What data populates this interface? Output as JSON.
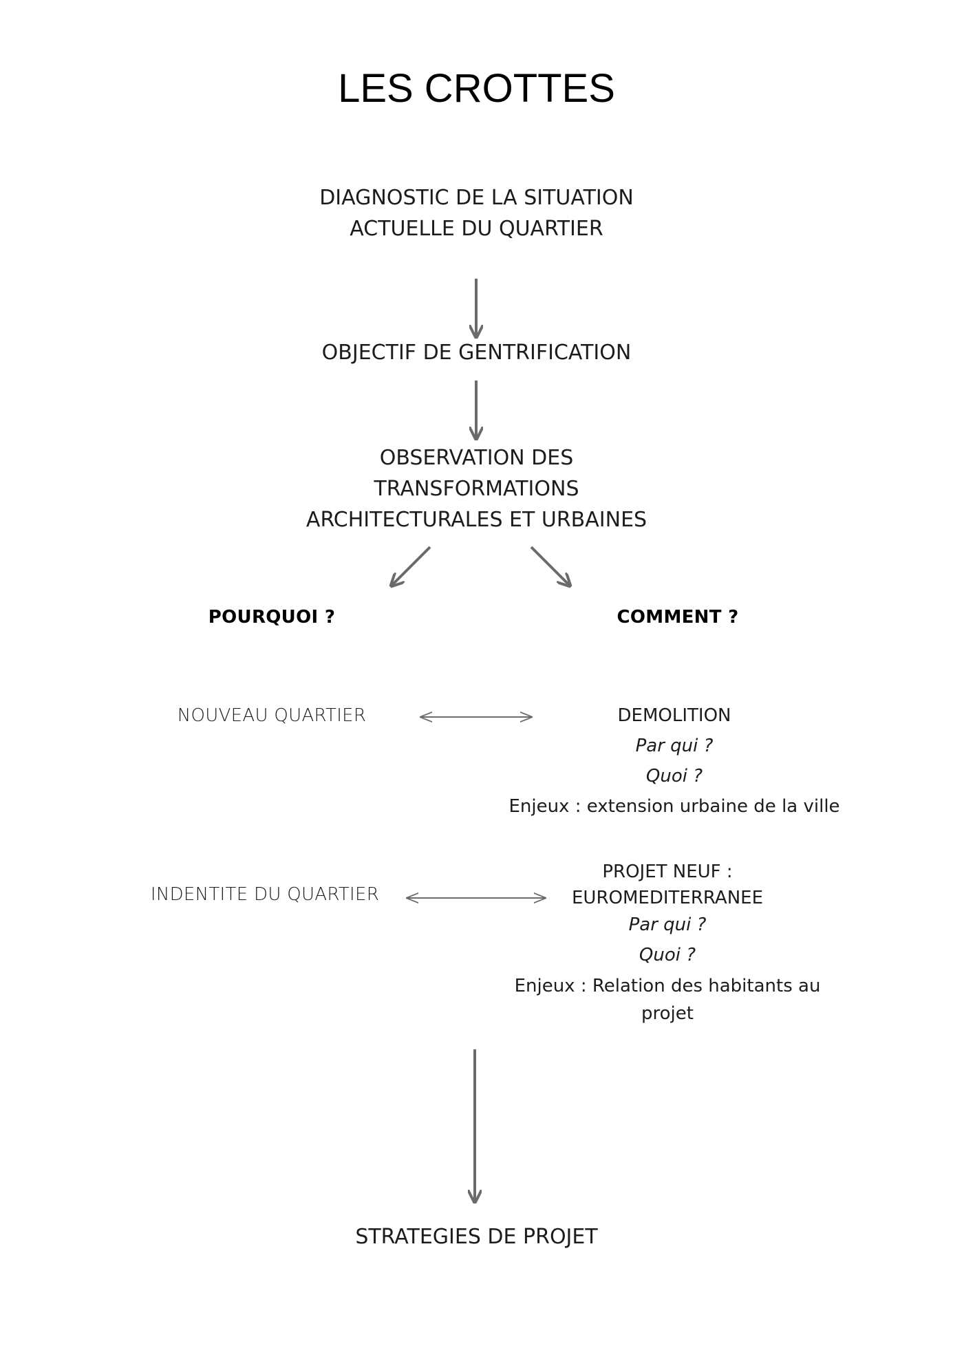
{
  "title": "LES CROTTES",
  "steps": {
    "diagnostic": [
      "DIAGNOSTIC DE LA SITUATION",
      "ACTUELLE DU QUARTIER"
    ],
    "objectif": "OBJECTIF DE GENTRIFICATION",
    "observation": [
      "OBSERVATION DES",
      "TRANSFORMATIONS",
      "ARCHITECTURALES ET URBAINES"
    ],
    "strategies": "STRATEGIES DE PROJET"
  },
  "branches": {
    "pourquoi": "POURQUOI ?",
    "comment": "COMMENT ?"
  },
  "pourquoi_items": {
    "nouveau": "NOUVEAU QUARTIER",
    "identite": "INDENTITE DU QUARTIER"
  },
  "comment_items": {
    "demolition": {
      "label": "DEMOLITION",
      "par_qui": "Par qui ?",
      "quoi": "Quoi ?",
      "enjeux": "Enjeux : extension urbaine de la ville"
    },
    "projet": {
      "label": [
        "PROJET NEUF :",
        "EUROMEDITERRANEE"
      ],
      "par_qui": "Par qui ?",
      "quoi": "Quoi ?",
      "enjeux": [
        "Enjeux : Relation des habitants au",
        "projet"
      ]
    }
  },
  "colors": {
    "arrow": "#6b6b6b",
    "text": "#1c1c1c"
  }
}
